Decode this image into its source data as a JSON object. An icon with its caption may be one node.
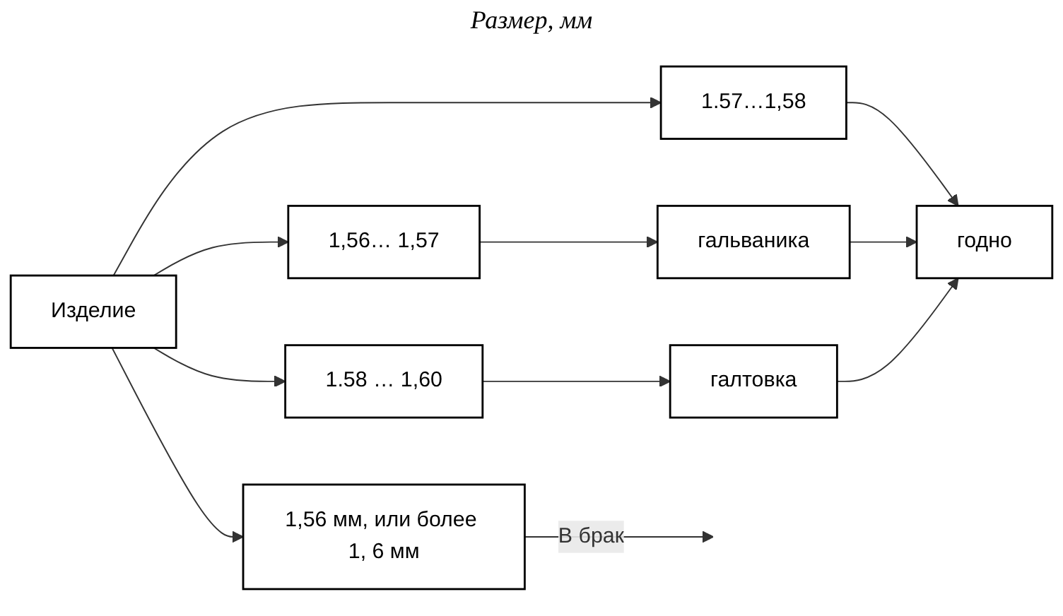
{
  "diagram": {
    "title": "Размер, мм",
    "nodes": [
      {
        "text": [
          "Изделие"
        ]
      },
      {
        "text": [
          "1.57…1,58"
        ]
      },
      {
        "text": [
          "годно"
        ]
      },
      {
        "text": [
          "1,56… 1,57"
        ]
      },
      {
        "text": [
          "гальваника"
        ]
      },
      {
        "text": [
          "1.58 … 1,60"
        ]
      },
      {
        "text": [
          "галтовка"
        ]
      },
      {
        "text": [
          "1,56 мм, или более 1, 6 мм"
        ]
      }
    ],
    "edges": [
      {
        "from": 0,
        "to": 1,
        "arrow": "to"
      },
      {
        "from": 0,
        "to": 3,
        "arrow": "to"
      },
      {
        "from": 0,
        "to": 5,
        "arrow": "to"
      },
      {
        "from": 0,
        "to": 7,
        "arrow": "to"
      },
      {
        "from": 1,
        "to": 2,
        "arrow": "to"
      },
      {
        "from": 3,
        "to": 4,
        "arrow": "to"
      },
      {
        "from": 4,
        "to": 2,
        "arrow": "to"
      },
      {
        "from": 5,
        "to": 6,
        "arrow": "to"
      },
      {
        "from": 6,
        "to": 2,
        "arrow": "to"
      },
      {
        "from": 7,
        "to": null,
        "arrow": "to",
        "label": "В брак"
      }
    ]
  }
}
